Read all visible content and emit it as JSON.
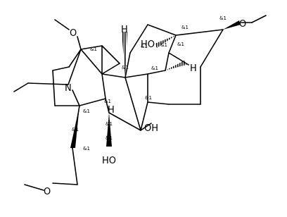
{
  "molecule": {
    "atoms": {
      "n1": "N",
      "o_top": "O",
      "o_right": "O",
      "o_ho1": "HO",
      "o_oh_mid": "OH",
      "o_ho_bottom": "HO",
      "o_bottom": "O",
      "h1": "H",
      "h2": "H",
      "h3": "H"
    },
    "stereo_labels": [
      "&1",
      "&1",
      "&1",
      "&1",
      "&1",
      "&1",
      "&1",
      "&1",
      "&1",
      "&1",
      "&1",
      "&1",
      "&1",
      "&1",
      "&1"
    ]
  }
}
